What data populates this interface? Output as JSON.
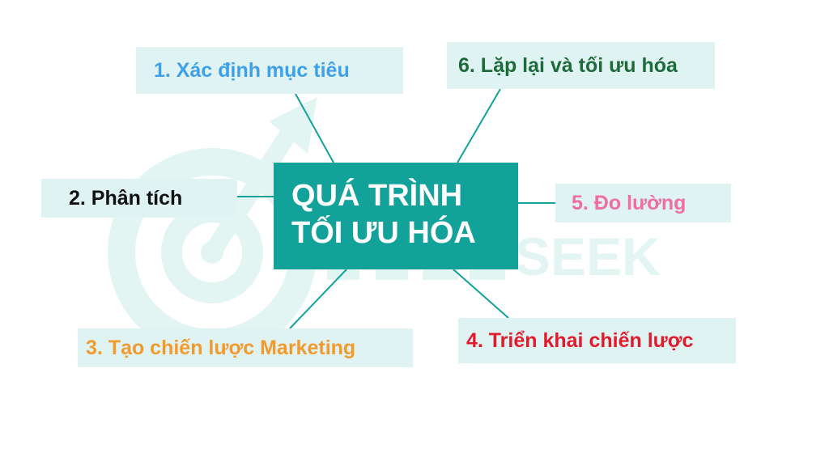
{
  "diagram": {
    "center": {
      "line1": "QUÁ TRÌNH",
      "line2": "TỐI ƯU HÓA"
    },
    "nodes": [
      {
        "id": "step1",
        "label": "1. Xác định mục tiêu",
        "color": "#3fa0ea"
      },
      {
        "id": "step2",
        "label": "2. Phân tích",
        "color": "#111111"
      },
      {
        "id": "step3",
        "label": "3. Tạo chiến lược Marketing",
        "color": "#f29a2e"
      },
      {
        "id": "step4",
        "label": "4. Triển khai chiến lược",
        "color": "#e21b2c"
      },
      {
        "id": "step5",
        "label": "5. Đo lường",
        "color": "#ef6fa0"
      },
      {
        "id": "step6",
        "label": "6. Lặp lại và tối ưu hóa",
        "color": "#1e6b3a"
      }
    ],
    "colors": {
      "center_fill": "#12a29a",
      "box_fill": "#dff3f3",
      "connector": "#12a29a",
      "watermark": "#e3f5f3"
    },
    "watermark": {
      "text": "SEEK",
      "icon": "target-arrow-icon"
    }
  }
}
